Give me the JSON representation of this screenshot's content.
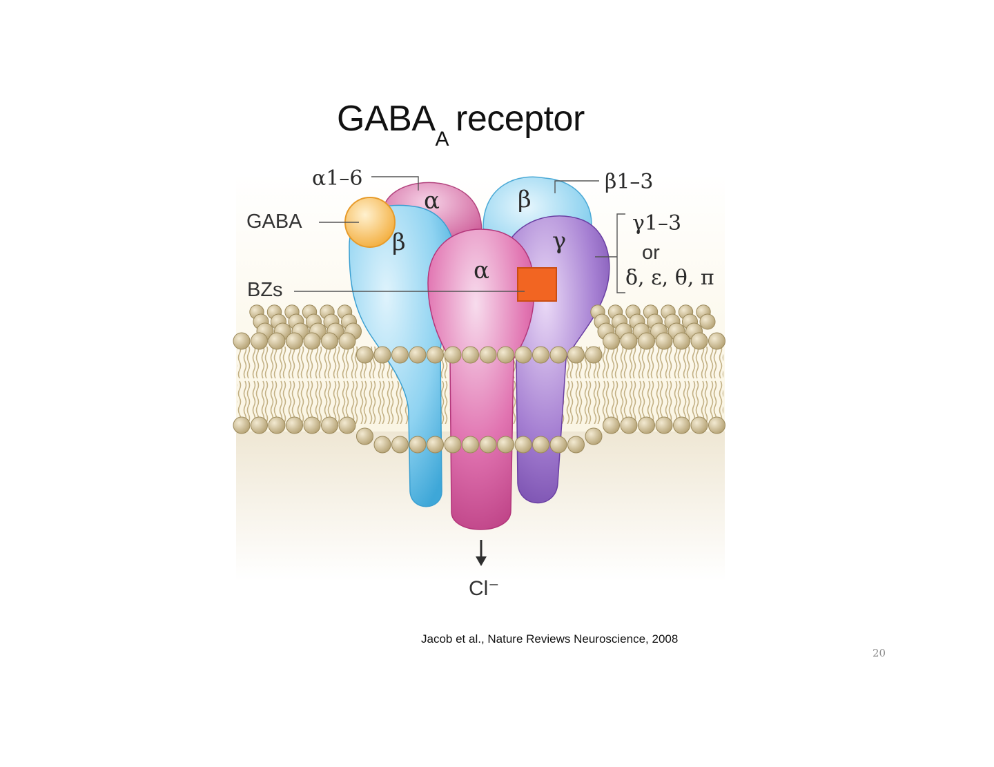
{
  "title": {
    "main": "GABA",
    "subscript": "A",
    "rest": "receptor"
  },
  "labels": {
    "alpha_family": "α1–6",
    "beta_family": "β1–3",
    "gaba": "GABA",
    "gamma_family": "γ1–3",
    "or": "or",
    "alternatives": "δ, ε, θ, π",
    "bzs": "BZs",
    "ion": "Cl⁻"
  },
  "subunits": {
    "alpha_back": "α",
    "beta_back": "β",
    "beta_front": "β",
    "alpha_front": "α",
    "gamma": "γ"
  },
  "caption": "Jacob et al., Nature Reviews Neuroscience, 2008",
  "page_number": "20",
  "colors": {
    "alpha": "#d9559a",
    "beta": "#6cc4ea",
    "gamma": "#8a5fbf",
    "gaba_ligand": "#f7b84a",
    "bz_site": "#f26522",
    "lipid_head": "#c9b98e"
  }
}
